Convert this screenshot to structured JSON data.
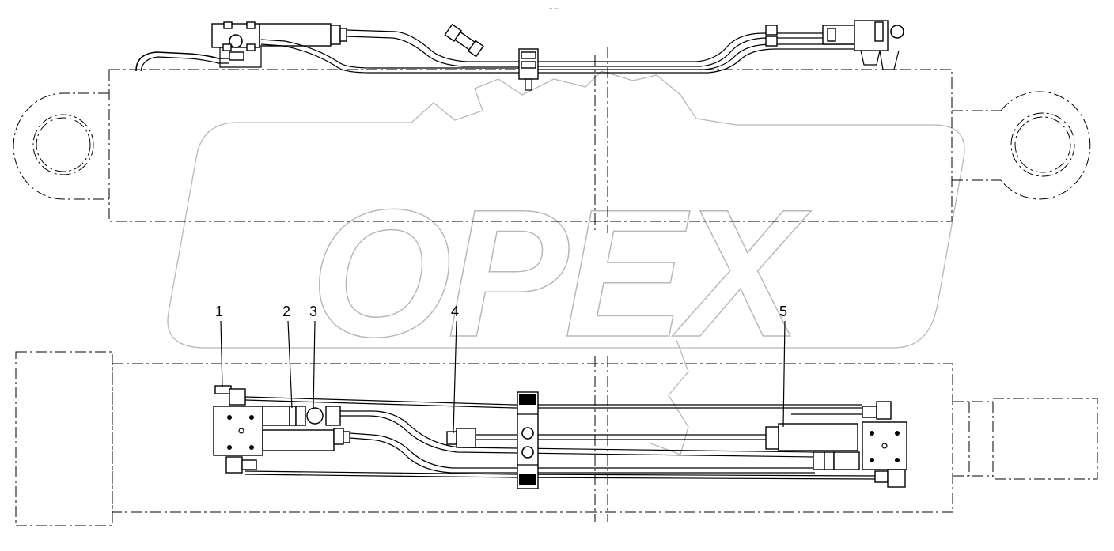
{
  "drawing": {
    "watermark": "OPEX",
    "header_mark": "▫︎▪ ▫▫▫",
    "callouts": [
      "1",
      "2",
      "3",
      "4",
      "5"
    ]
  }
}
